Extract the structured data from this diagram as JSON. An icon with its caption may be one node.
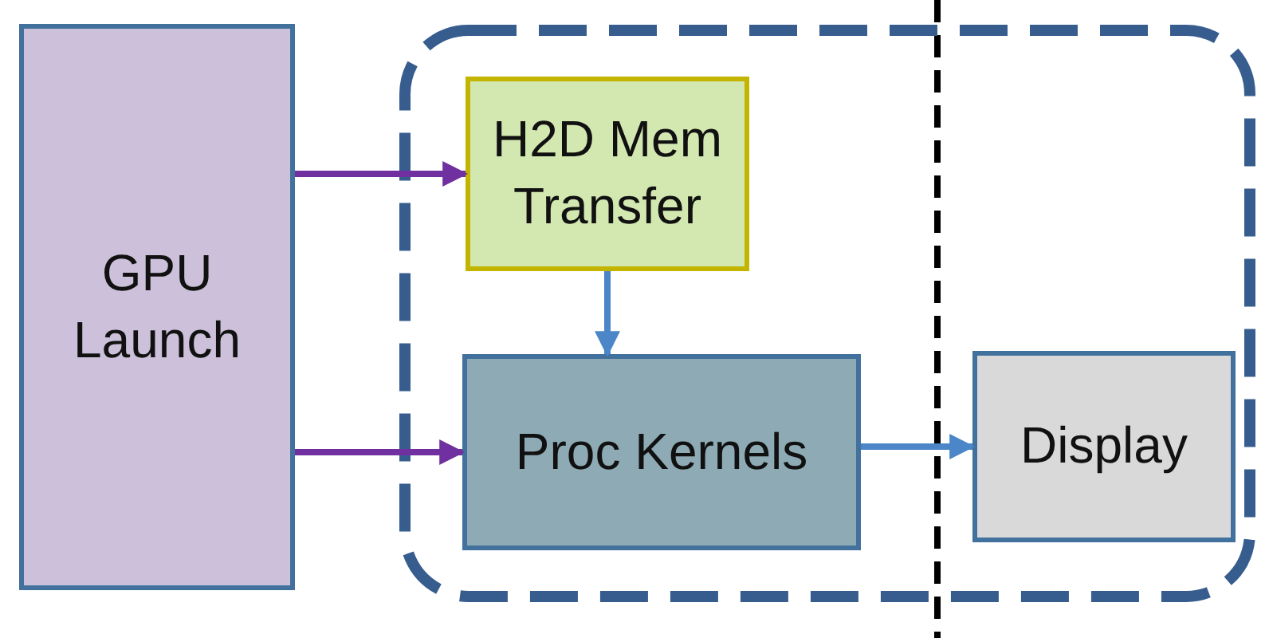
{
  "diagram": {
    "nodes": [
      {
        "text": [
          "GPU Launch"
        ]
      },
      {
        "text": [],
        "shape": "box"
      },
      {
        "text": [
          "H2D Mem Transfer"
        ],
        "in": 1
      },
      {
        "text": [
          "Proc Kernels"
        ],
        "in": 1
      },
      {
        "text": [
          "Display"
        ],
        "in": 1
      }
    ],
    "edges": [
      {
        "from": 0,
        "to": 2,
        "arrow": "to",
        "color": "#7030a0"
      },
      {
        "from": 0,
        "to": 3,
        "arrow": "to",
        "color": "#7030a0"
      },
      {
        "from": 2,
        "to": 3,
        "arrow": "to",
        "color": "#4a86c8"
      },
      {
        "from": 3,
        "to": 4,
        "arrow": "to",
        "color": "#4a86c8"
      }
    ]
  }
}
